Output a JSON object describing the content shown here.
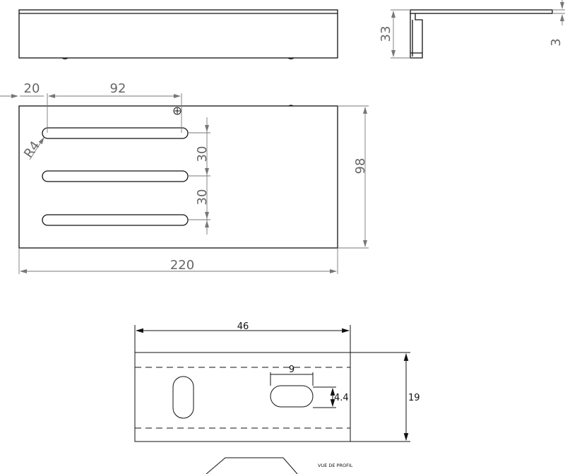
{
  "dimensions": {
    "thickness": "3",
    "side_height": "33",
    "left_offset": "20",
    "span": "92",
    "slot_radius": "R4",
    "spacing_1": "30",
    "spacing_2": "30",
    "depth": "98",
    "length": "220",
    "bracket_width": "46",
    "slot_length": "9",
    "slot_width": "4.4",
    "bracket_height": "19"
  },
  "labels": {
    "profile_view": "VUE DE PROFIL"
  }
}
